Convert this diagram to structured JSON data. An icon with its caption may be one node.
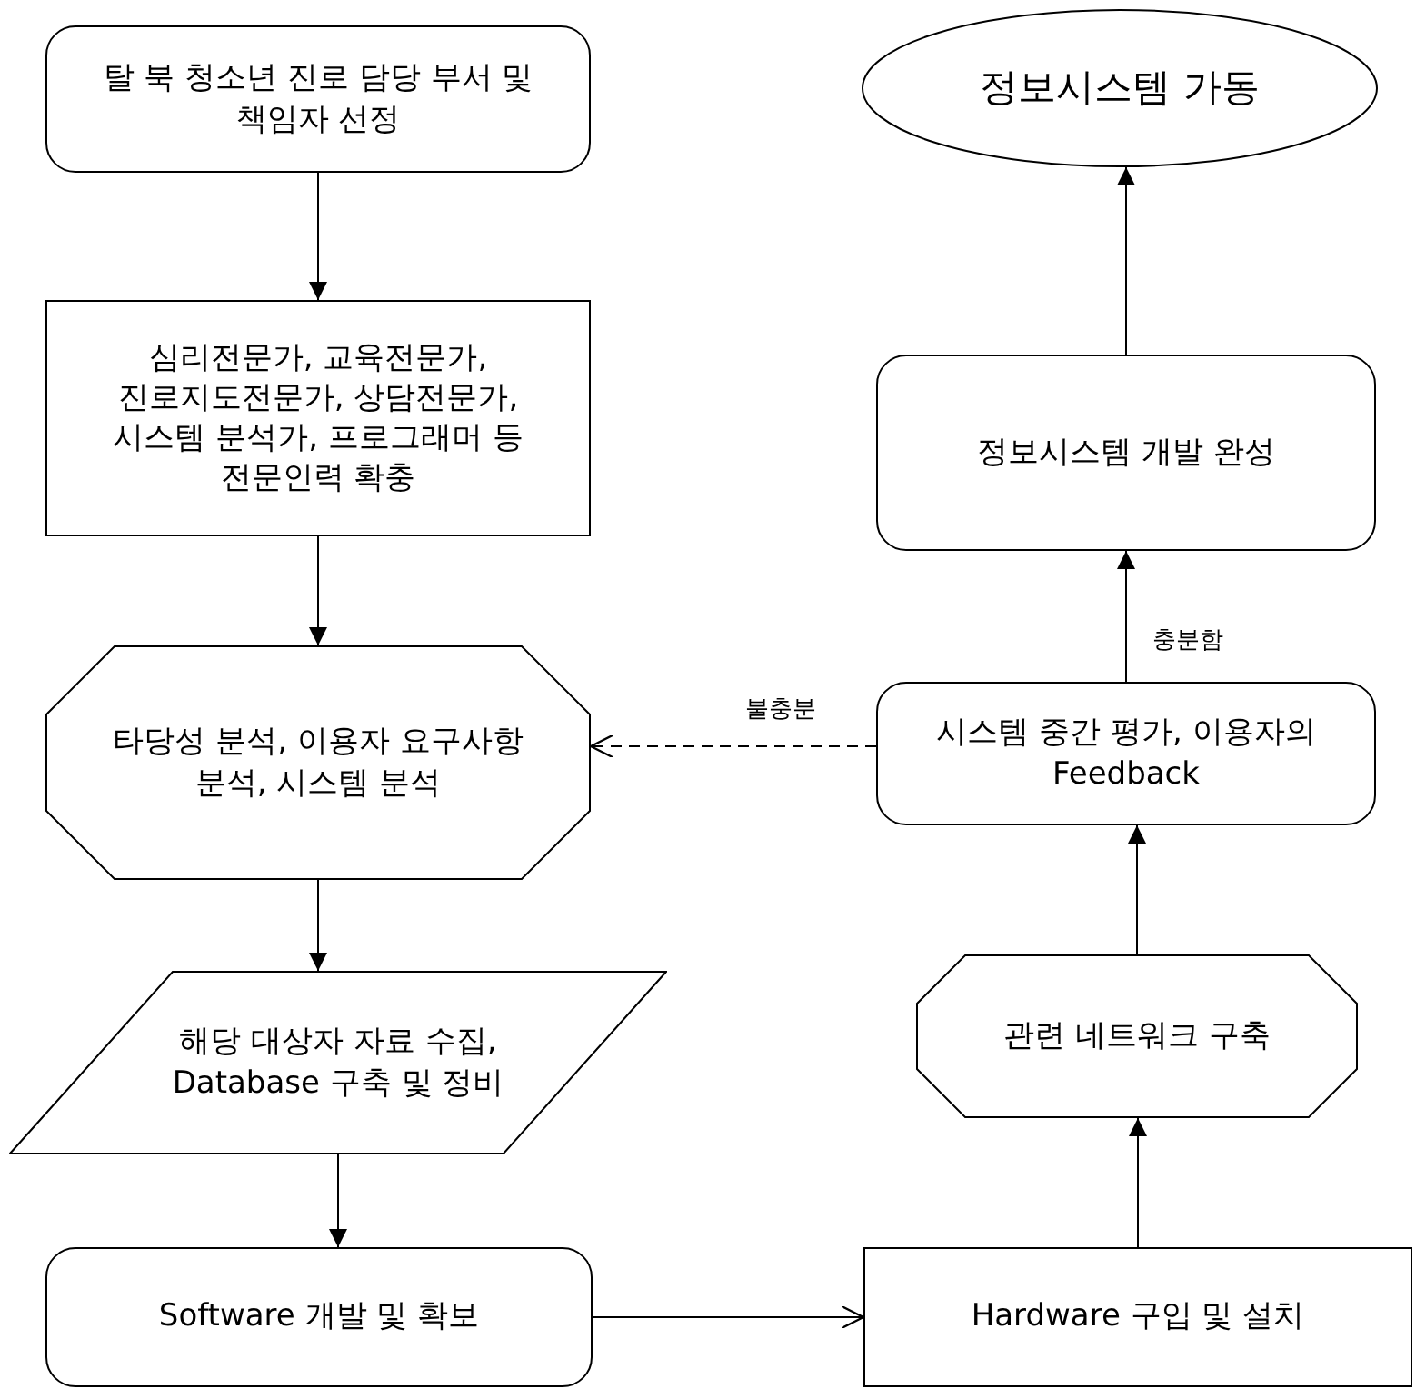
{
  "diagram": {
    "nodes": [
      {
        "text": [
          "탈 북 청소년 진로 담당 부서 및 책임자 선정"
        ]
      },
      {
        "text": [
          "심리전문가, 교육전문가, 진로지도전문가, 상담전문가, 시스템 분석가, 프로그래머 등 전문인력 확충"
        ]
      },
      {
        "text": [
          "타당성 분석, 이용자 요구사항 분석, 시스템 분석"
        ]
      },
      {
        "text": [
          "해당 대상자 자료 수집, Database 구축 및 정비"
        ]
      },
      {
        "text": [
          "Software 개발 및 확보"
        ]
      },
      {
        "text": [
          "Hardware 구입 및 설치"
        ]
      },
      {
        "text": [
          "관련 네트워크 구축"
        ]
      },
      {
        "text": [
          "시스템 중간 평가, 이용자의 Feedback"
        ]
      },
      {
        "text": [
          "정보시스템 개발 완성"
        ]
      },
      {
        "text": [
          "정보시스템 가동"
        ]
      }
    ],
    "edges": [
      {
        "from": 0,
        "to": 1,
        "arrow": "to"
      },
      {
        "from": 1,
        "to": 2,
        "arrow": "to"
      },
      {
        "from": 2,
        "to": 3,
        "arrow": "to"
      },
      {
        "from": 3,
        "to": 4,
        "arrow": "to"
      },
      {
        "from": 4,
        "to": 5,
        "arrow": "to"
      },
      {
        "from": 5,
        "to": 6,
        "arrow": "to"
      },
      {
        "from": 6,
        "to": 7,
        "arrow": "to"
      },
      {
        "from": 7,
        "to": 8,
        "arrow": "to",
        "label": "충분함"
      },
      {
        "from": 8,
        "to": 9,
        "arrow": "to"
      },
      {
        "from": 7,
        "to": 2,
        "arrow": "to",
        "label": "불충분",
        "style": "dashed"
      }
    ]
  }
}
